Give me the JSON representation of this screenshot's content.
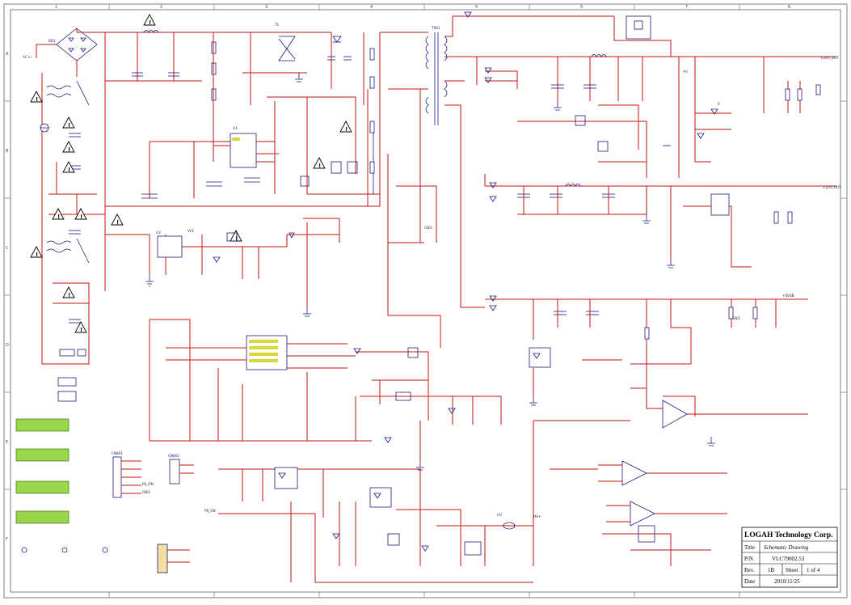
{
  "frame": {
    "col_marks": [
      "1",
      "2",
      "3",
      "4",
      "5",
      "6",
      "7",
      "8"
    ],
    "row_marks": [
      "A",
      "B",
      "C",
      "D",
      "E",
      "F"
    ]
  },
  "title_block": {
    "company": "LOGAH Technology Corp.",
    "rows": [
      {
        "label": "Title",
        "value": "Schematic Drawing"
      },
      {
        "label": "P/N",
        "value": "VLC79002.53"
      },
      {
        "label": "Rev.",
        "value": "1B",
        "sheet_label": "Sheet",
        "sheet_value": "1 of 4"
      },
      {
        "label": "Date",
        "value": "2010/11/25"
      }
    ]
  },
  "block_labels": {
    "input": "BD1",
    "pfc_ic": "U1",
    "main_transformer": "T901",
    "standby_transformer": "T1",
    "regulator": "U3",
    "connectors": [
      "CN801",
      "CN802"
    ]
  },
  "net_labels": [
    "+24V_OUT",
    "+12V_OUT",
    "+5VSB",
    "VCC",
    "HV+",
    "PS_ON",
    "GND",
    "HV-"
  ],
  "colors": {
    "wire": "#c81010",
    "component": "#1a1a7a",
    "label": "#202080",
    "highlight": "#2aa02a",
    "lcd": "#9ad64a"
  }
}
